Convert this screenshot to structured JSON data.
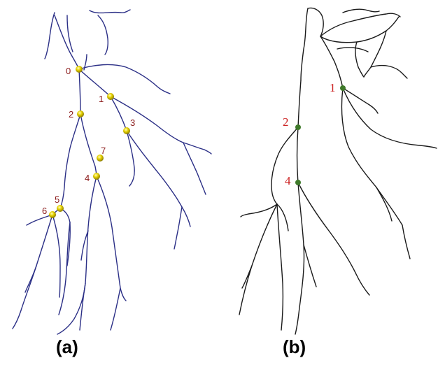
{
  "panel_a": {
    "label": "(a)",
    "nodes": [
      {
        "id": "0"
      },
      {
        "id": "1"
      },
      {
        "id": "2"
      },
      {
        "id": "3"
      },
      {
        "id": "4"
      },
      {
        "id": "5"
      },
      {
        "id": "6"
      },
      {
        "id": "7"
      }
    ]
  },
  "panel_b": {
    "label": "(b)",
    "nodes": [
      {
        "id": "1"
      },
      {
        "id": "2"
      },
      {
        "id": "4"
      }
    ]
  },
  "colors": {
    "vessel_a": "#2b2f86",
    "vessel_b": "#1a1a1a",
    "node_fill": "#e6d200",
    "label_a": "#8b1a1a",
    "label_b": "#cc2222"
  }
}
